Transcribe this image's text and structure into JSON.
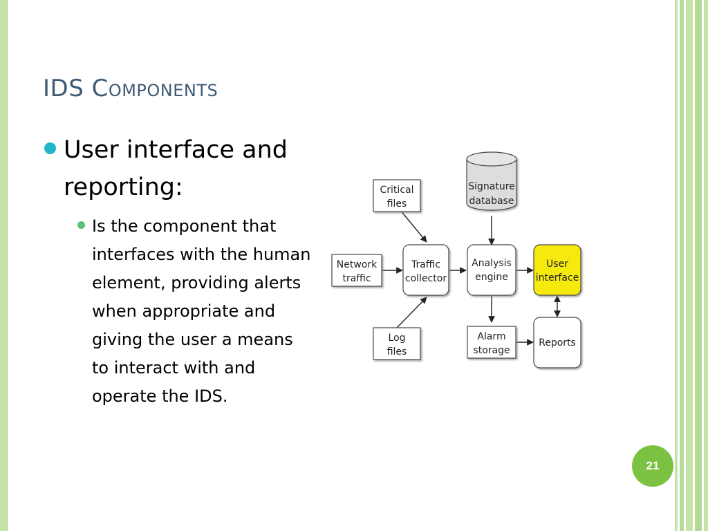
{
  "slide": {
    "title": "IDS Components",
    "bullet": "User interface and reporting:",
    "sub_bullet": "Is the component that interfaces with the human element, providing alerts when appropriate and giving the user a means to interact with and operate the IDS.",
    "page_number": "21"
  },
  "diagram": {
    "critical_files": [
      "Critical",
      "files"
    ],
    "signature_db": [
      "Signature",
      "database"
    ],
    "network_traffic": [
      "Network",
      "traffic"
    ],
    "traffic_collector": [
      "Traffic",
      "collector"
    ],
    "analysis_engine": [
      "Analysis",
      "engine"
    ],
    "user_interface": [
      "User",
      "interface"
    ],
    "log_files": [
      "Log",
      "files"
    ],
    "alarm_storage": [
      "Alarm",
      "storage"
    ],
    "reports": [
      "Reports"
    ],
    "highlight_color": "#f5e90c"
  }
}
